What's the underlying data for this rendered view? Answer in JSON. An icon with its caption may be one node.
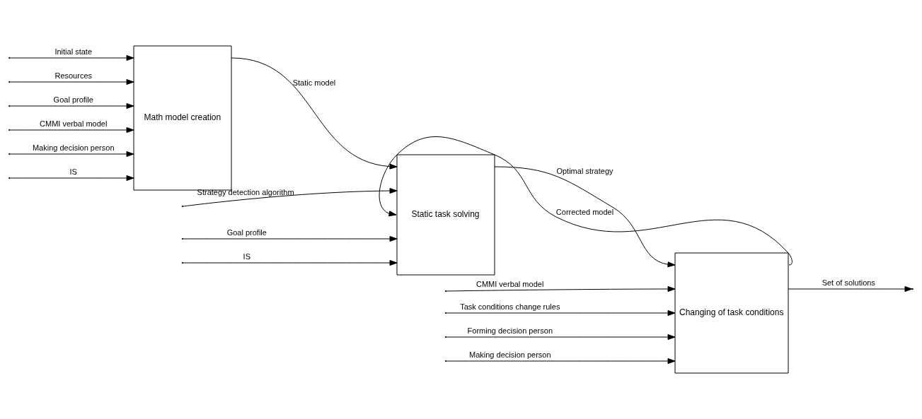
{
  "diagram": {
    "nodes": [
      {
        "text": [
          "Math model creation"
        ]
      },
      {
        "text": [
          "Static task solving"
        ]
      },
      {
        "text": [
          "Changing of task conditions"
        ]
      }
    ],
    "edges": [
      {
        "from": null,
        "to": 0,
        "arrow": "to",
        "label": "Initial state"
      },
      {
        "from": null,
        "to": 0,
        "arrow": "to",
        "label": "Resources"
      },
      {
        "from": null,
        "to": 0,
        "arrow": "to",
        "label": "Goal profile"
      },
      {
        "from": null,
        "to": 0,
        "arrow": "to",
        "label": "CMMI verbal model"
      },
      {
        "from": null,
        "to": 0,
        "arrow": "to",
        "label": "Making decision person"
      },
      {
        "from": null,
        "to": 0,
        "arrow": "to",
        "label": "IS"
      },
      {
        "from": 0,
        "to": 1,
        "arrow": "to",
        "label": "Static model"
      },
      {
        "from": null,
        "to": 1,
        "arrow": "to",
        "label": "Strategy detection algorithm"
      },
      {
        "from": 2,
        "to": 1,
        "arrow": "to",
        "label": "Corrected model"
      },
      {
        "from": null,
        "to": 1,
        "arrow": "to",
        "label": "Goal profile"
      },
      {
        "from": null,
        "to": 1,
        "arrow": "to",
        "label": "IS"
      },
      {
        "from": 1,
        "to": 2,
        "arrow": "to",
        "label": "Optimal strategy"
      },
      {
        "from": null,
        "to": 2,
        "arrow": "to",
        "label": "CMMI verbal model"
      },
      {
        "from": null,
        "to": 2,
        "arrow": "to",
        "label": "Task conditions change rules"
      },
      {
        "from": null,
        "to": 2,
        "arrow": "to",
        "label": "Forming decision person"
      },
      {
        "from": null,
        "to": 2,
        "arrow": "to",
        "label": "Making decision person"
      },
      {
        "from": 2,
        "to": null,
        "arrow": "to",
        "label": "Set of solutions"
      }
    ]
  }
}
